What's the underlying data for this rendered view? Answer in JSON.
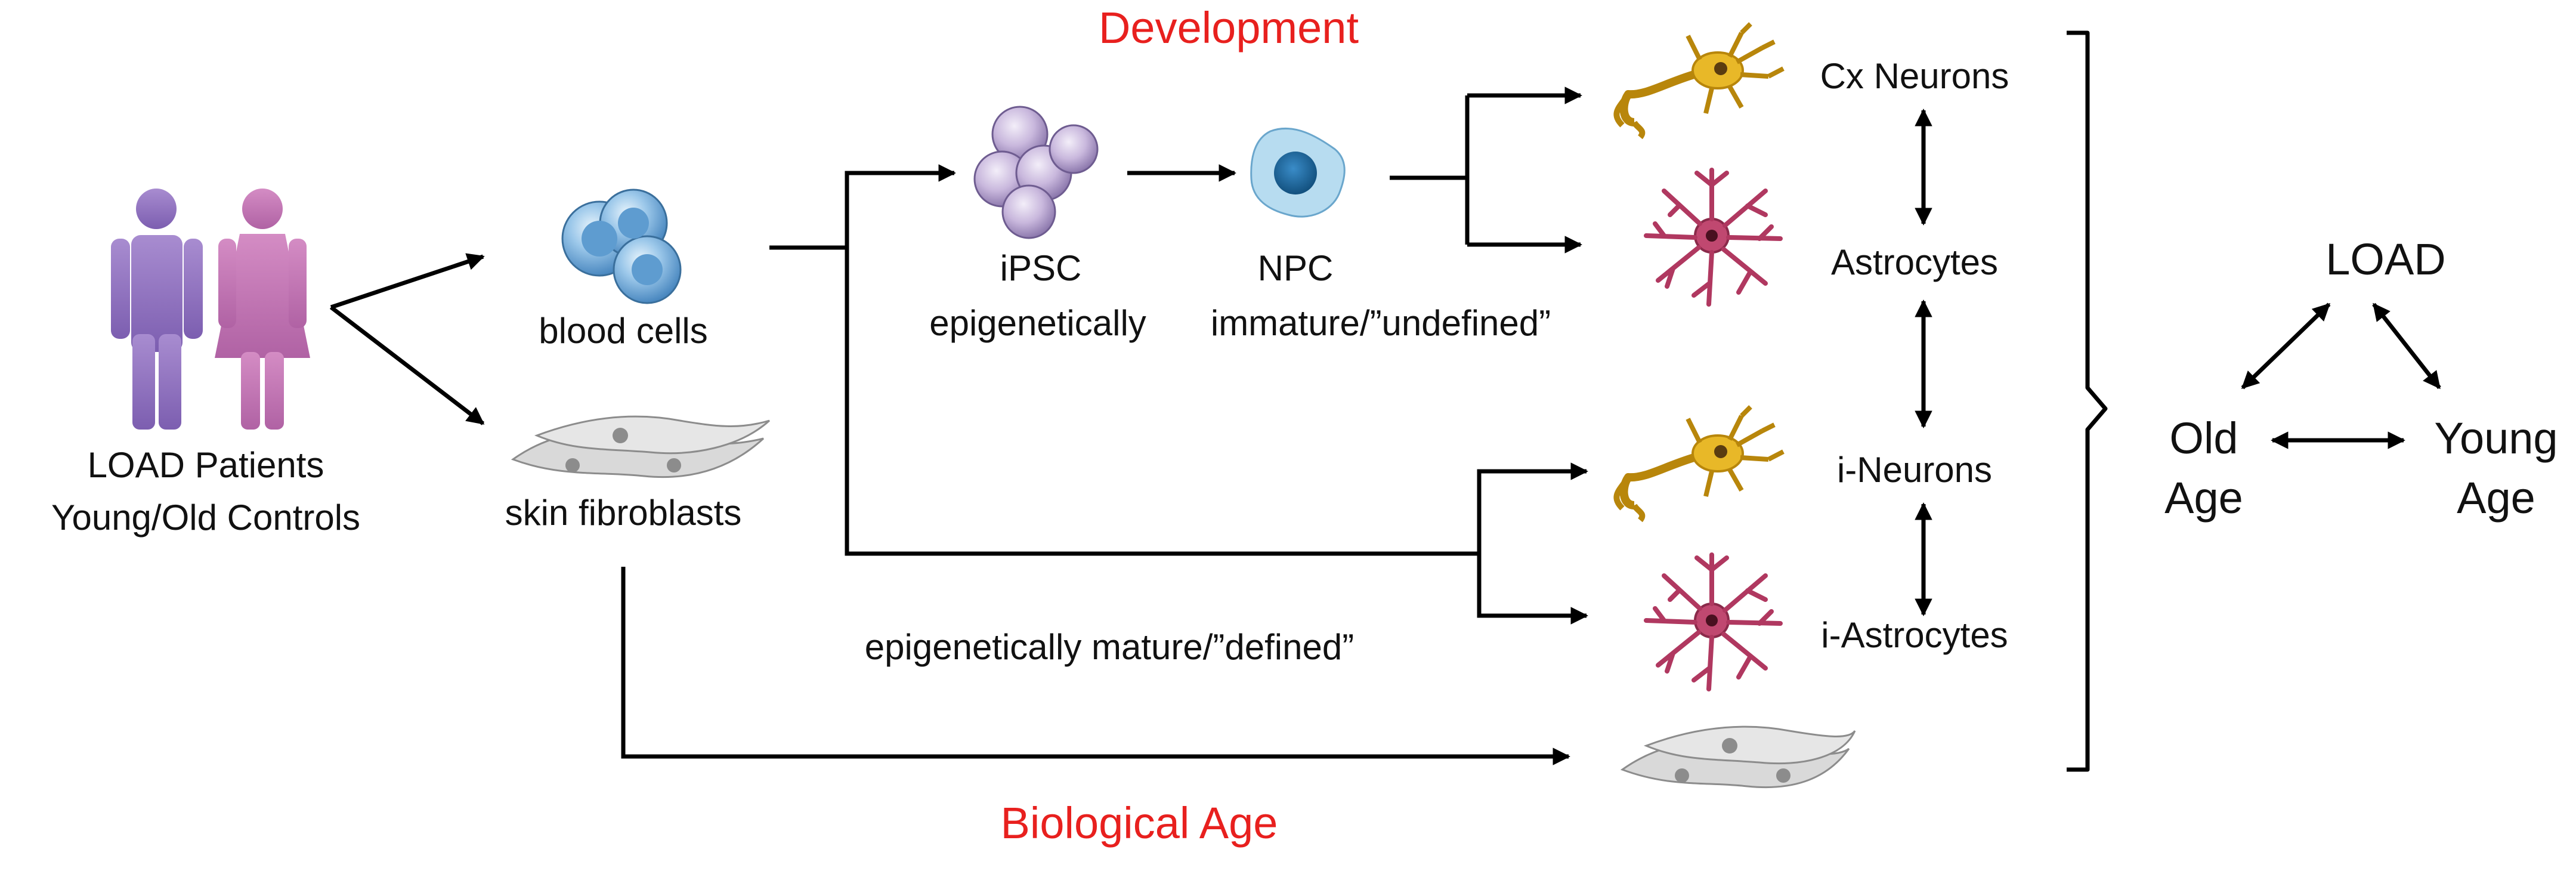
{
  "headings": {
    "top": "Development",
    "bottom": "Biological Age"
  },
  "source": {
    "line1": "LOAD Patients",
    "line2": "Young/Old Controls"
  },
  "cells": {
    "blood": "blood cells",
    "fibroblasts": "skin fibroblasts",
    "ipsc": "iPSC",
    "npc": "NPC",
    "immature_left": "epigenetically",
    "immature_right": "immature/”undefined”",
    "mature": "epigenetically mature/”defined”"
  },
  "outputs": {
    "cx_neurons": "Cx Neurons",
    "astrocytes": "Astrocytes",
    "i_neurons": "i-Neurons",
    "i_astrocytes": "i-Astrocytes"
  },
  "triangle": {
    "top": "LOAD",
    "left_line1": "Old",
    "left_line2": "Age",
    "right_line1": "Young",
    "right_line2": "Age"
  },
  "colors": {
    "person_male": "#9a7cc4",
    "person_female": "#c678b6",
    "blood_cell": "#7cb6de",
    "ipsc": "#c9b8dd",
    "npc": "#8ec8e8",
    "neuron": "#e8b828",
    "astrocyte": "#b03860",
    "fibroblast": "#d4d4d4",
    "heading": "#e8201e"
  }
}
